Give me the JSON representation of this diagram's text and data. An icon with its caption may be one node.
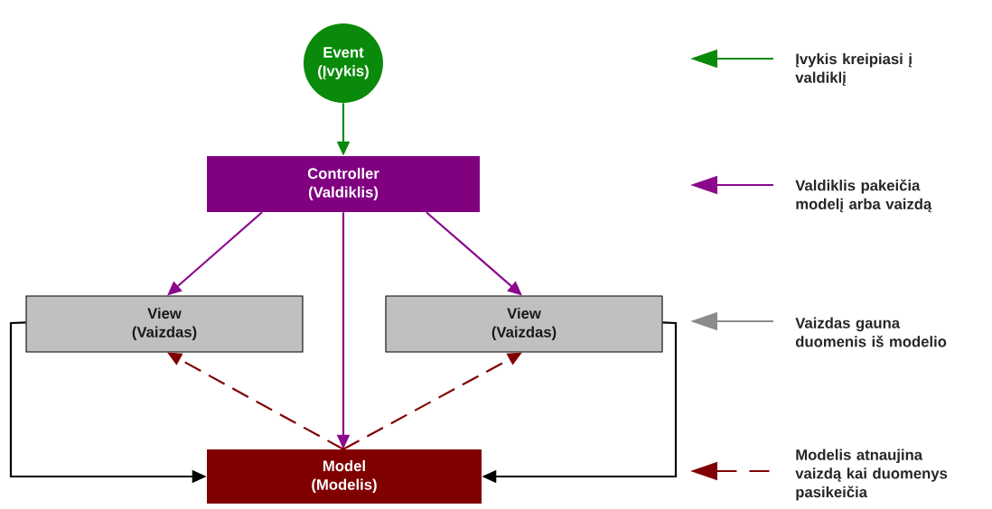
{
  "diagram": {
    "nodes": [
      {
        "text": [
          "Event (Įvykis)"
        ]
      },
      {
        "text": [
          "Controller (Valdiklis)"
        ]
      },
      {
        "text": [
          "View (Vaizdas)"
        ]
      },
      {
        "text": [
          "View (Vaizdas)"
        ]
      },
      {
        "text": [
          "Model (Modelis)"
        ]
      }
    ],
    "edges": [
      {
        "from": 0,
        "to": 1,
        "arrow": "to",
        "color": "#0a8a0a"
      },
      {
        "from": 1,
        "to": 2,
        "arrow": "to",
        "color": "#8b0a8b"
      },
      {
        "from": 1,
        "to": 4,
        "arrow": "to",
        "color": "#8b0a8b"
      },
      {
        "from": 1,
        "to": 3,
        "arrow": "to",
        "color": "#8b0a8b"
      },
      {
        "from": 4,
        "to": 2,
        "arrow": "to",
        "style": "dashed",
        "color": "#800000"
      },
      {
        "from": 4,
        "to": 3,
        "arrow": "to",
        "style": "dashed",
        "color": "#800000"
      },
      {
        "from": 2,
        "to": 4,
        "arrow": "to",
        "color": "#000000"
      },
      {
        "from": 3,
        "to": 4,
        "arrow": "to",
        "color": "#000000"
      }
    ],
    "legend": [
      {
        "text": "Įvykis kreipiasi į valdiklį"
      },
      {
        "text": "Valdiklis pakeičia modelį arba vaizdą"
      },
      {
        "text": "Vaizdas gauna duomenis iš modelio"
      },
      {
        "text": "Modelis atnaujina vaizdą kai duomenys pasikeičia"
      }
    ]
  }
}
